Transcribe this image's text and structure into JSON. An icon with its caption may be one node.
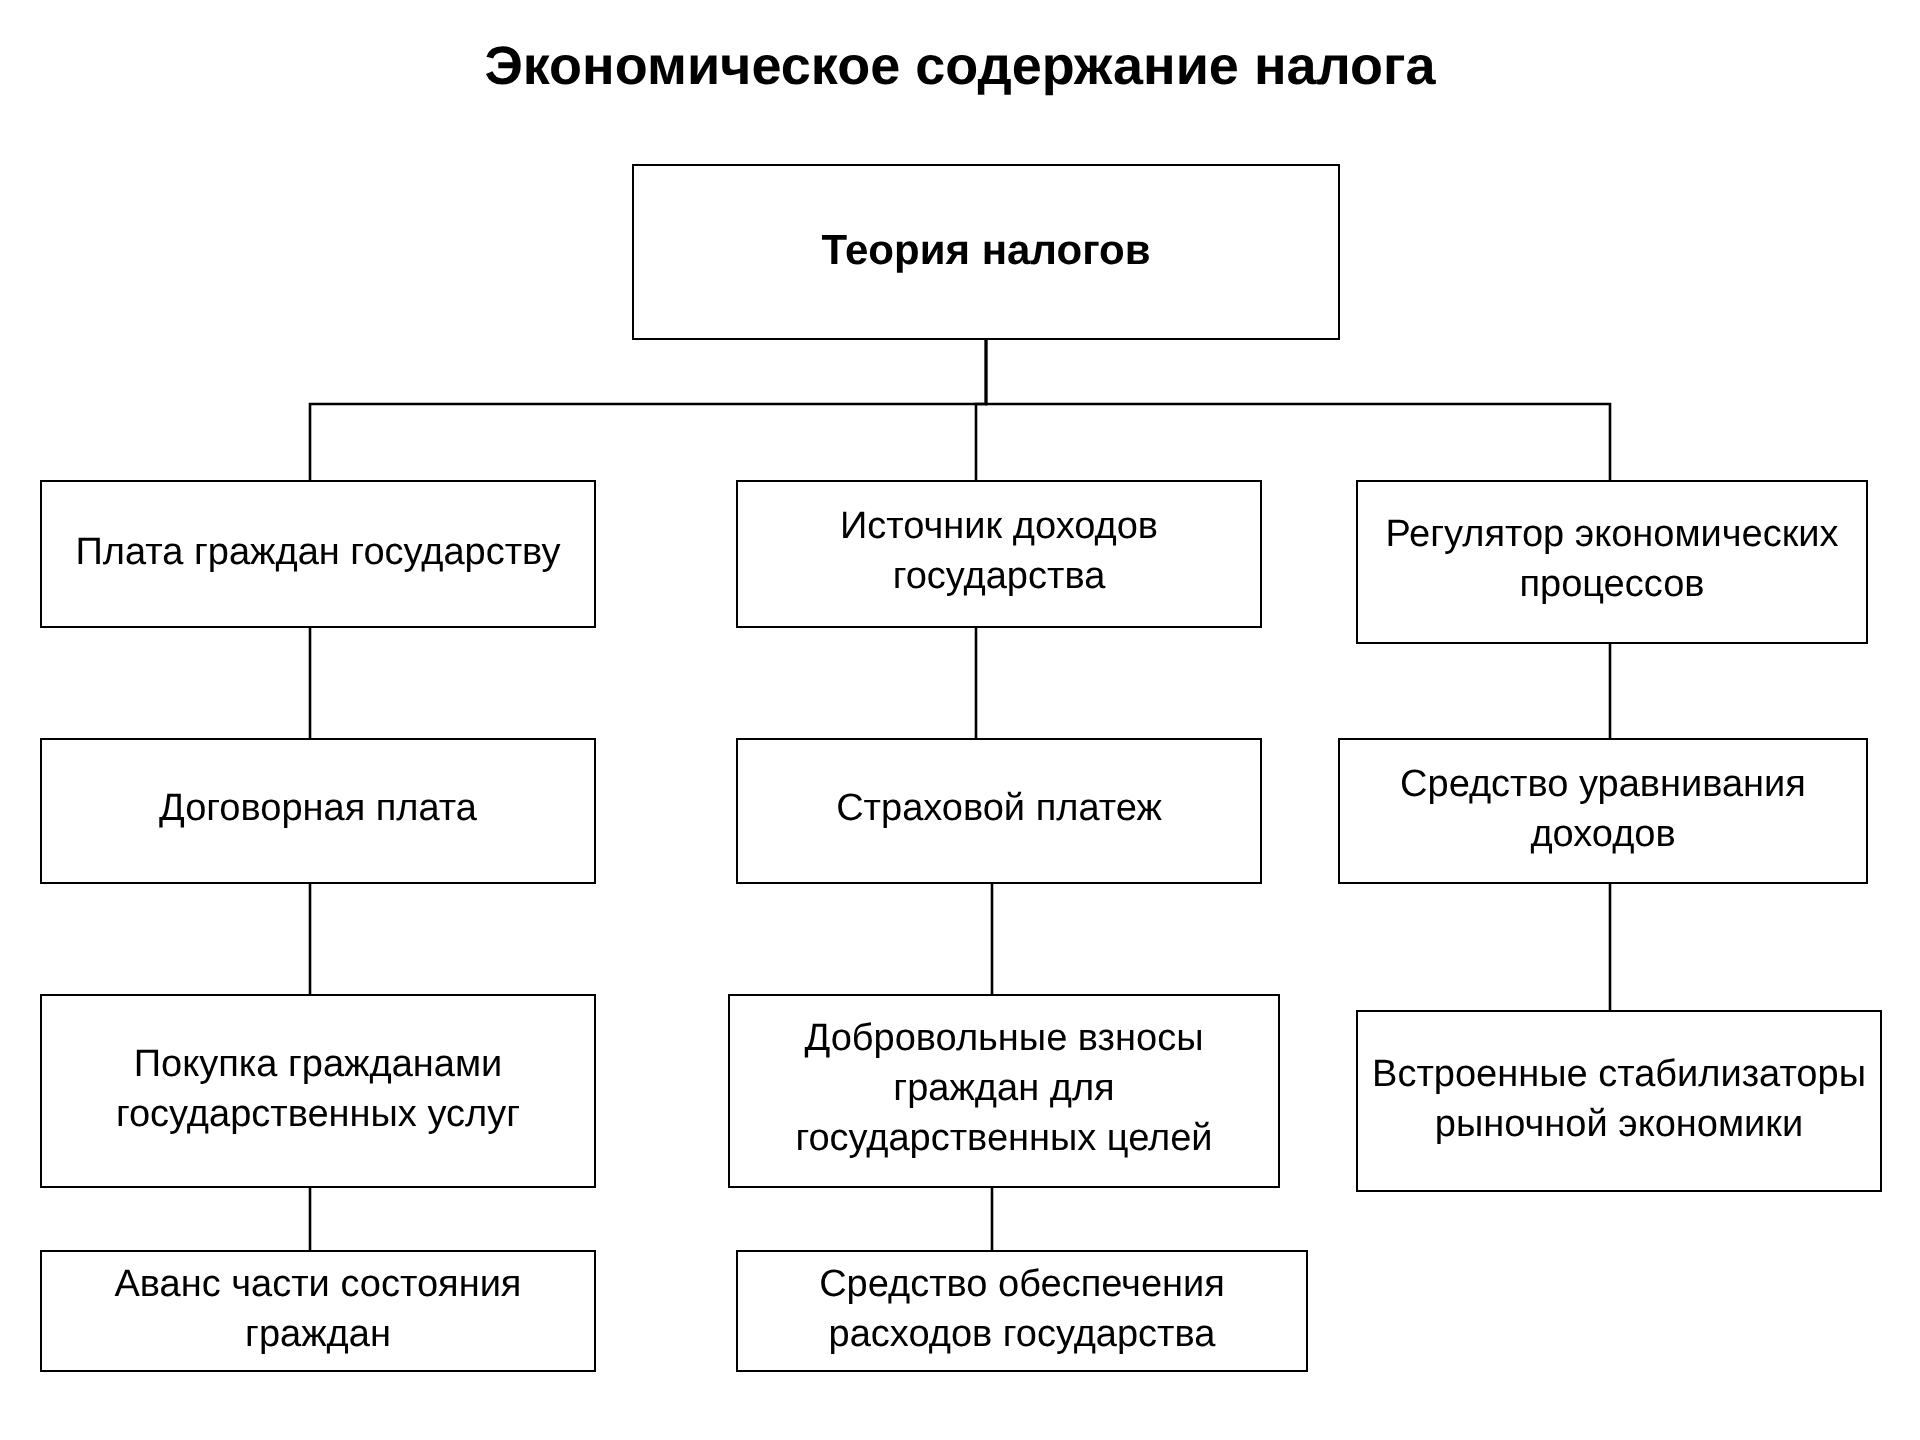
{
  "diagram": {
    "title": "Экономическое содержание налога",
    "nodes": [
      {
        "text": [
          "Теория налогов"
        ]
      },
      {
        "text": [
          "Плата граждан государству"
        ]
      },
      {
        "text": [
          "Источник доходов государства"
        ]
      },
      {
        "text": [
          "Регулятор экономических процессов"
        ]
      },
      {
        "text": [
          "Договорная плата"
        ]
      },
      {
        "text": [
          "Страховой платеж"
        ]
      },
      {
        "text": [
          "Средство уравнивания доходов"
        ]
      },
      {
        "text": [
          "Покупка гражданами государственных услуг"
        ]
      },
      {
        "text": [
          "Добровольные взносы граждан для государственных целей"
        ]
      },
      {
        "text": [
          "Встроенные стабилизаторы рыночной экономики"
        ]
      },
      {
        "text": [
          "Аванс части состояния граждан"
        ]
      },
      {
        "text": [
          "Средство обеспечения расходов государства"
        ]
      }
    ],
    "edges": [
      {
        "from": 0,
        "to": 1,
        "arrow": "none"
      },
      {
        "from": 0,
        "to": 2,
        "arrow": "none"
      },
      {
        "from": 0,
        "to": 3,
        "arrow": "none"
      },
      {
        "from": 1,
        "to": 4,
        "arrow": "none"
      },
      {
        "from": 4,
        "to": 7,
        "arrow": "none"
      },
      {
        "from": 7,
        "to": 10,
        "arrow": "none"
      },
      {
        "from": 2,
        "to": 5,
        "arrow": "none"
      },
      {
        "from": 5,
        "to": 8,
        "arrow": "none"
      },
      {
        "from": 8,
        "to": 11,
        "arrow": "none"
      },
      {
        "from": 3,
        "to": 6,
        "arrow": "none"
      },
      {
        "from": 6,
        "to": 9,
        "arrow": "none"
      }
    ]
  }
}
